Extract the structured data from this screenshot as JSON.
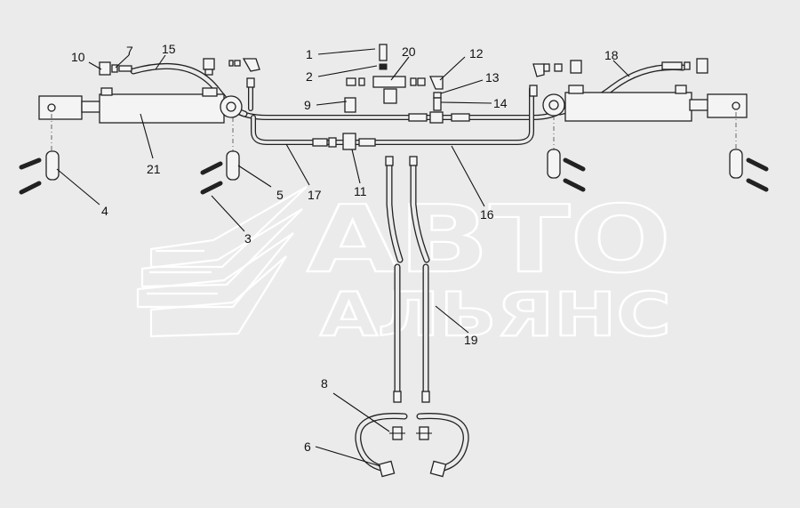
{
  "watermark": {
    "line1": "АВТО",
    "line2": "АЛЬЯНС"
  },
  "callouts": [
    {
      "id": "c1",
      "label": "1"
    },
    {
      "id": "c2",
      "label": "2"
    },
    {
      "id": "c3",
      "label": "3"
    },
    {
      "id": "c4",
      "label": "4"
    },
    {
      "id": "c5",
      "label": "5"
    },
    {
      "id": "c6",
      "label": "6"
    },
    {
      "id": "c7",
      "label": "7"
    },
    {
      "id": "c8",
      "label": "8"
    },
    {
      "id": "c9",
      "label": "9"
    },
    {
      "id": "c10",
      "label": "10"
    },
    {
      "id": "c11",
      "label": "11"
    },
    {
      "id": "c12",
      "label": "12"
    },
    {
      "id": "c13",
      "label": "13"
    },
    {
      "id": "c14",
      "label": "14"
    },
    {
      "id": "c15",
      "label": "15"
    },
    {
      "id": "c16",
      "label": "16"
    },
    {
      "id": "c17",
      "label": "17"
    },
    {
      "id": "c18",
      "label": "18"
    },
    {
      "id": "c19",
      "label": "19"
    },
    {
      "id": "c20",
      "label": "20"
    },
    {
      "id": "c21",
      "label": "21"
    }
  ]
}
